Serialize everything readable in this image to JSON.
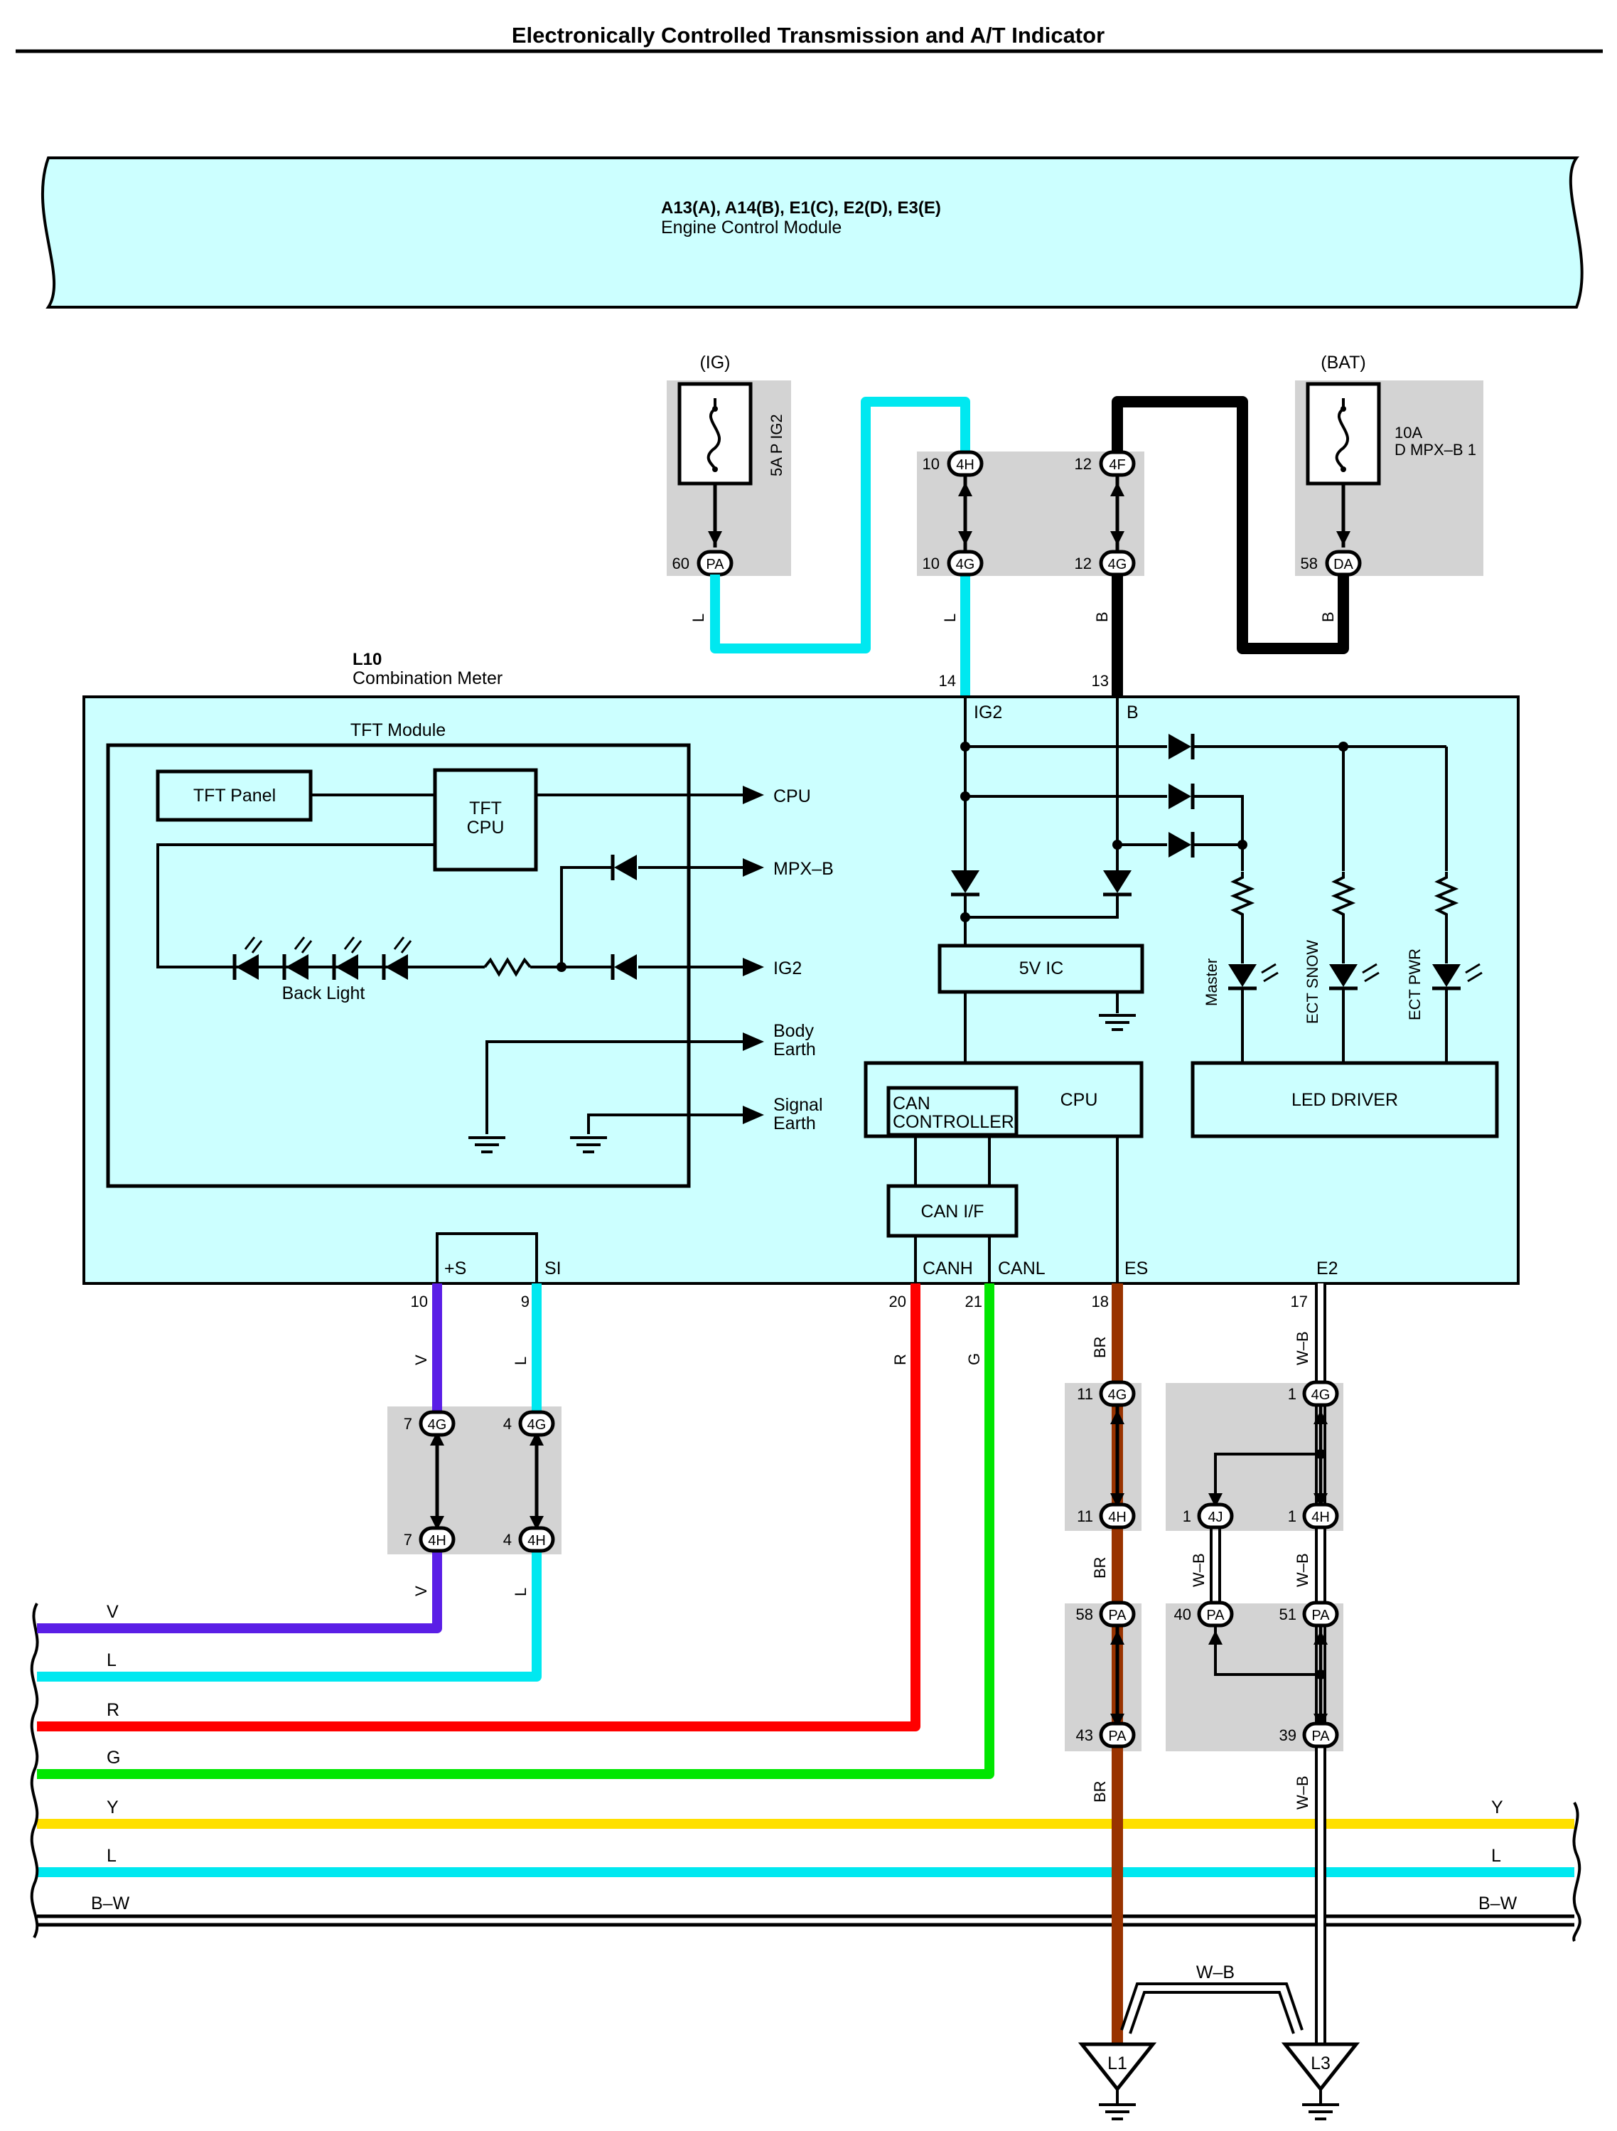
{
  "title": "Electronically Controlled Transmission and A/T Indicator",
  "ecm": {
    "connectors": "A13(A), A14(B), E1(C), E2(D), E3(E)",
    "name": "Engine Control Module"
  },
  "fuse_ig": {
    "label": "(IG)",
    "name": "5A P IG2",
    "pin": "60",
    "conn": "PA",
    "wire": "L"
  },
  "fuse_bat": {
    "label": "(BAT)",
    "rating": "10A",
    "name": "D MPX–B 1",
    "pin": "58",
    "conn": "DA",
    "wire": "B"
  },
  "junctions_top": {
    "pins": [
      "10",
      "12",
      "10",
      "12"
    ],
    "conns": [
      "4H",
      "4F",
      "4G",
      "4G"
    ],
    "wires": [
      "L",
      "B"
    ]
  },
  "meter": {
    "id": "L10",
    "name": "Combination Meter",
    "top_pins": [
      "14",
      "13"
    ],
    "top_terms": [
      "IG2",
      "B"
    ],
    "tft_module": "TFT Module",
    "tft_panel": "TFT Panel",
    "tft_cpu_1": "TFT",
    "tft_cpu_2": "CPU",
    "signals": [
      "CPU",
      "MPX–B",
      "IG2",
      "Body",
      "Earth",
      "Signal",
      "Earth"
    ],
    "back_light": "Back Light",
    "ic_5v": "5V IC",
    "cpu": "CPU",
    "can_ctrl_1": "CAN",
    "can_ctrl_2": "CONTROLLER",
    "can_if": "CAN I/F",
    "led_driver": "LED DRIVER",
    "leds": [
      "Master",
      "ECT SNOW",
      "ECT PWR"
    ],
    "bottom_terms": [
      "+S",
      "SI",
      "CANH",
      "CANL",
      "ES",
      "E2"
    ],
    "bottom_pins": [
      "10",
      "9",
      "20",
      "21",
      "18",
      "17"
    ]
  },
  "wires_bottom": [
    "V",
    "L",
    "R",
    "G",
    "BR",
    "W–B"
  ],
  "junction_left": {
    "pins": [
      "7",
      "4",
      "7",
      "4"
    ],
    "conns": [
      "4G",
      "4G",
      "4H",
      "4H"
    ],
    "wires": [
      "V",
      "L"
    ]
  },
  "junction_br": {
    "pins": [
      "11",
      "11",
      "58",
      "43"
    ],
    "conns": [
      "4G",
      "4H",
      "PA",
      "PA"
    ],
    "wires": [
      "BR",
      "BR"
    ]
  },
  "junction_wb": {
    "pins": [
      "1",
      "1",
      "1",
      "40",
      "51",
      "39"
    ],
    "conns": [
      "4G",
      "4J",
      "4H",
      "PA",
      "PA",
      "PA"
    ],
    "wires": [
      "W–B",
      "W–B",
      "W–B"
    ]
  },
  "bus": {
    "lines": [
      "V",
      "L",
      "R",
      "G",
      "Y",
      "L",
      "B–W"
    ],
    "right_lines": [
      "Y",
      "L",
      "B–W"
    ],
    "colors": [
      "#5a1ee6",
      "#00e8f0",
      "#ff0000",
      "#00e600",
      "#ffe000",
      "#00e8f0",
      "#000000"
    ]
  },
  "grounds": {
    "labels": [
      "L1",
      "L3"
    ],
    "jumper": "W–B"
  },
  "colors": {
    "module_fill": "#ccffff",
    "junction_fill": "#d3d3d3",
    "wire_L": "#00e8f0",
    "wire_V": "#5a1ee6",
    "wire_R": "#ff0000",
    "wire_G": "#00e600",
    "wire_BR": "#993300",
    "wire_B": "#000000"
  }
}
